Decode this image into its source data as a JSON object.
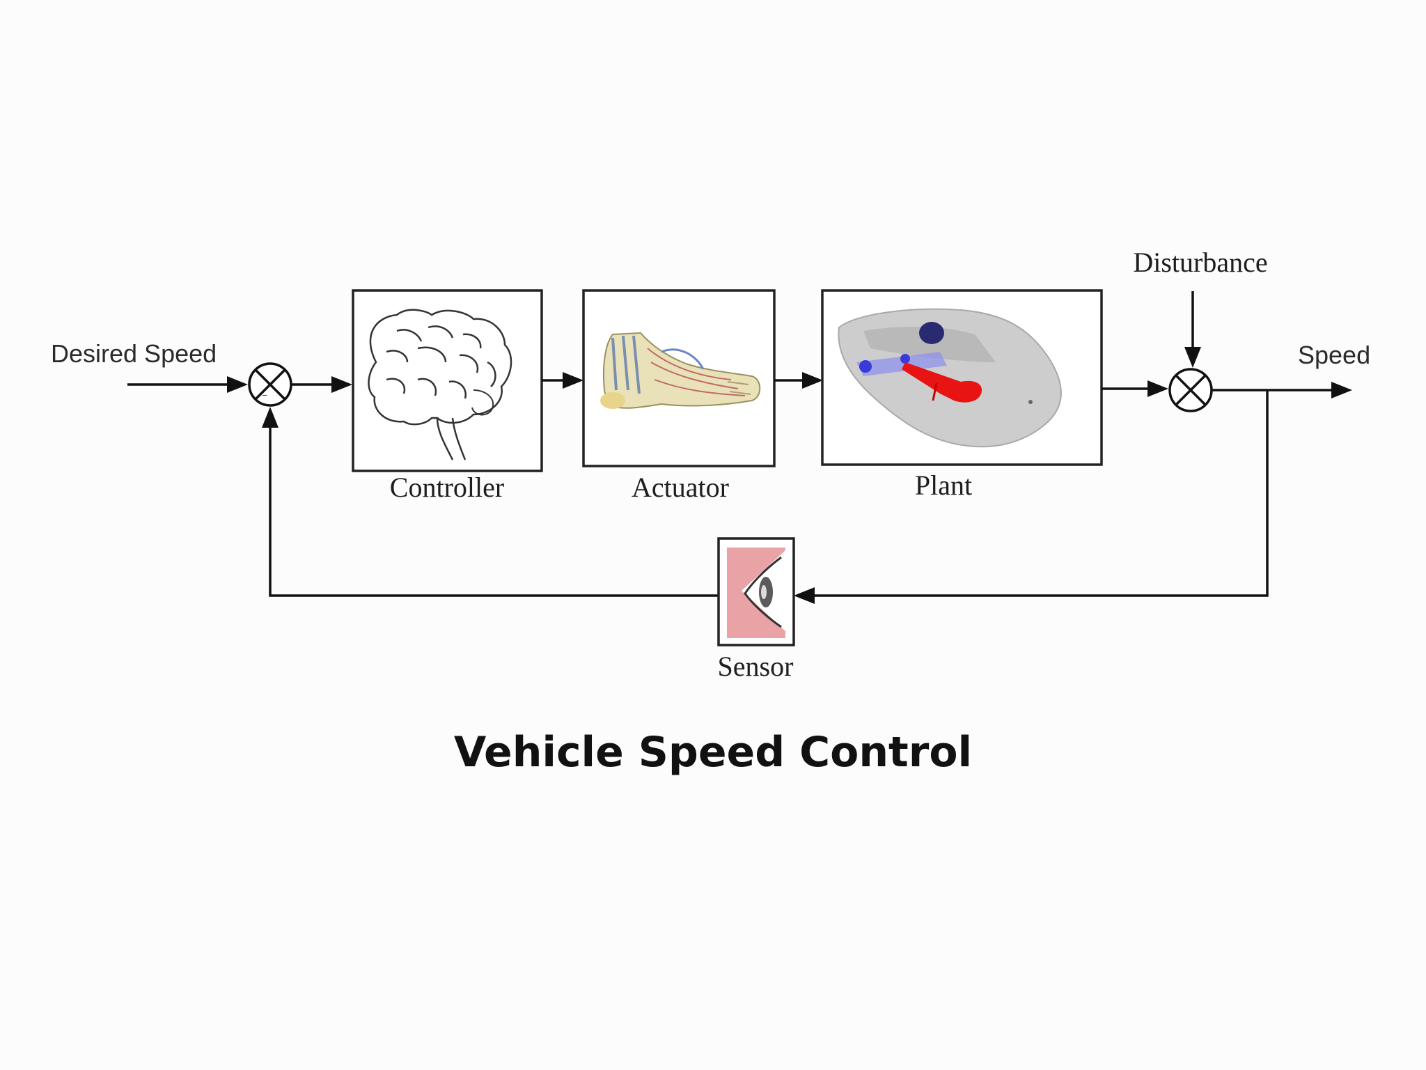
{
  "diagram": {
    "input_label": "Desired Speed",
    "output_label": "Speed",
    "disturbance_label": "Disturbance",
    "blocks": {
      "controller": {
        "label": "Controller",
        "icon": "brain-icon"
      },
      "actuator": {
        "label": "Actuator",
        "icon": "foot-icon"
      },
      "plant": {
        "label": "Plant",
        "icon": "car-icon"
      },
      "sensor": {
        "label": "Sensor",
        "icon": "eye-icon"
      }
    },
    "summing_junctions": [
      "input-summing-junction",
      "disturbance-summing-junction"
    ]
  },
  "caption": "Vehicle Speed Control"
}
